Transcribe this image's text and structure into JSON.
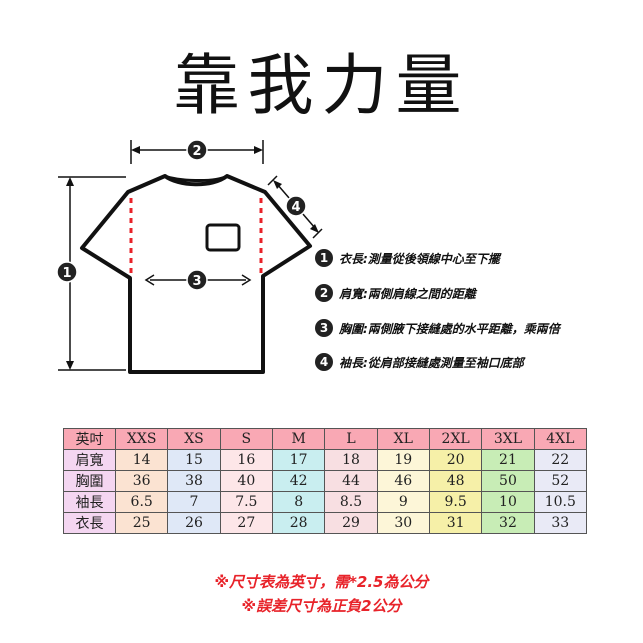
{
  "title": "靠我力量",
  "measure_markers": [
    "1",
    "2",
    "3",
    "4"
  ],
  "legend": [
    {
      "num": "1",
      "text": "衣長:測量從後領線中心至下擺"
    },
    {
      "num": "2",
      "text": "肩寬:兩側肩線之間的距離"
    },
    {
      "num": "3",
      "text": "胸圍:兩側腋下接縫處的水平距離，乘兩倍"
    },
    {
      "num": "4",
      "text": "袖長:從肩部接縫處測量至袖口底部"
    }
  ],
  "table": {
    "corner": "英吋",
    "sizes": [
      "XXS",
      "XS",
      "S",
      "M",
      "L",
      "XL",
      "2XL",
      "3XL",
      "4XL"
    ],
    "rows": [
      {
        "label": "肩寬",
        "values": [
          "14",
          "15",
          "16",
          "17",
          "18",
          "19",
          "20",
          "21",
          "22"
        ]
      },
      {
        "label": "胸圍",
        "values": [
          "36",
          "38",
          "40",
          "42",
          "44",
          "46",
          "48",
          "50",
          "52"
        ]
      },
      {
        "label": "袖長",
        "values": [
          "6.5",
          "7",
          "7.5",
          "8",
          "8.5",
          "9",
          "9.5",
          "10",
          "10.5"
        ]
      },
      {
        "label": "衣長",
        "values": [
          "25",
          "26",
          "27",
          "28",
          "29",
          "30",
          "31",
          "32",
          "33"
        ]
      }
    ],
    "header_color": "#f9a8b4",
    "column_colors": [
      "#fbe3d2",
      "#dfe8f7",
      "#fde6e8",
      "#c9eef0",
      "#f8dfe2",
      "#fdf6d8",
      "#f6f0a8",
      "#c8edb6",
      "#e9eaf6"
    ],
    "label_colors": [
      "#f4d6f1",
      "#f4d6f1",
      "#f4d6f1",
      "#f4d6f1"
    ]
  },
  "notes": [
    "※尺寸表為英寸，需*2.5為公分",
    "※誤差尺寸為正負2公分"
  ],
  "colors": {
    "marker_fill": "#222222",
    "seam_dash": "#e8232a",
    "note_text": "#e8232a"
  }
}
